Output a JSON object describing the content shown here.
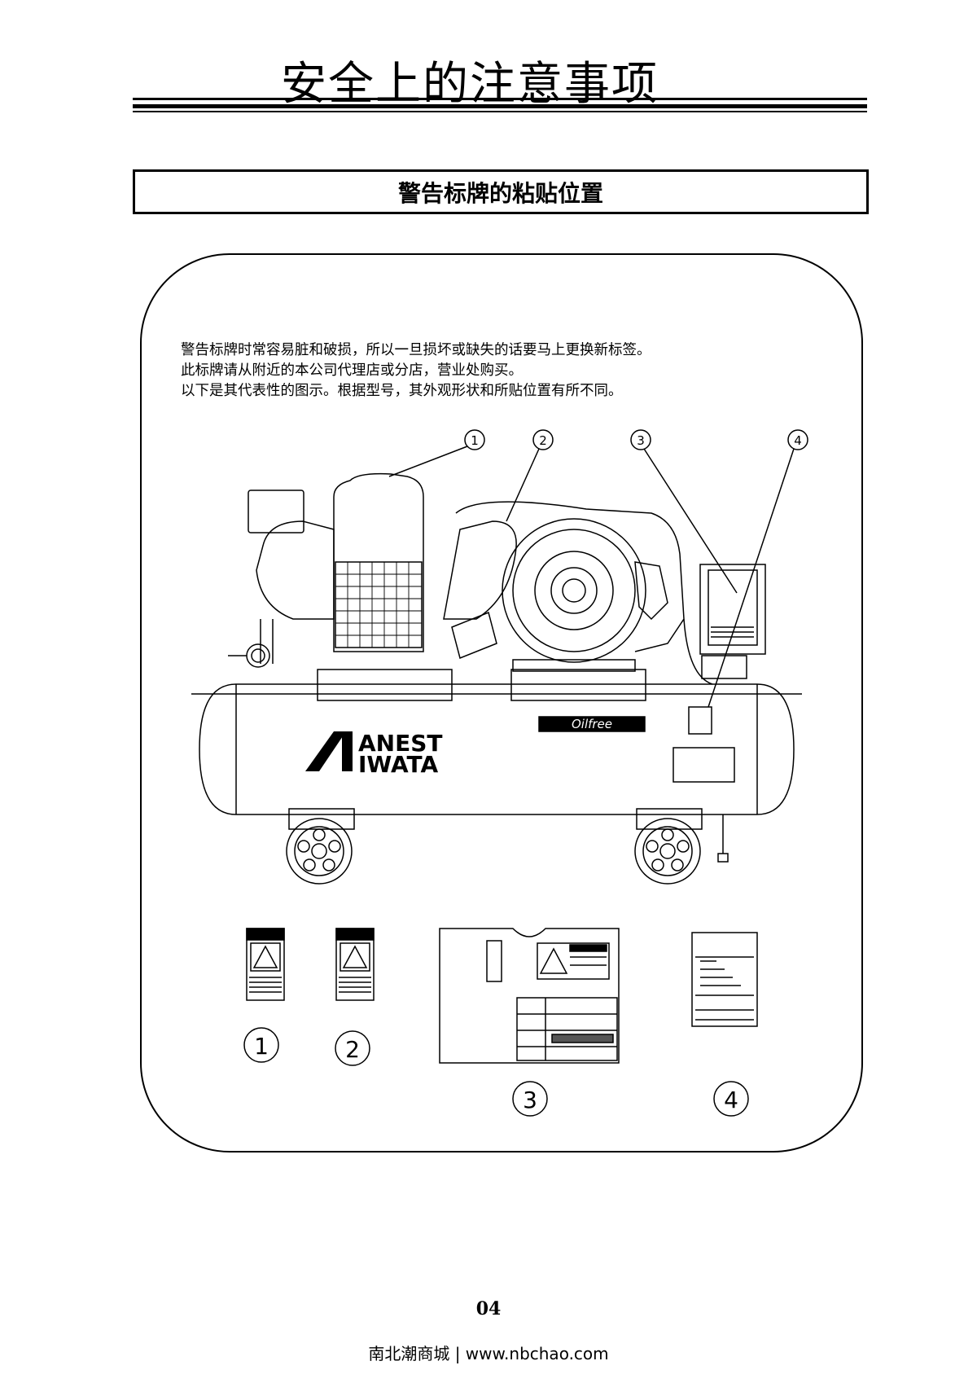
{
  "page": {
    "title": "安全上的注意事项",
    "section_title": "警告标牌的粘贴位置",
    "page_number": "04",
    "footer": "南北潮商城 | www.nbchao.com"
  },
  "notes": [
    "警告标牌时常容易脏和破损，所以一旦损坏或缺失的话要马上更换新标签。",
    "此标牌请从附近的本公司代理店或分店，营业处购买。",
    "以下是其代表性的图示。根据型号，其外观形状和所贴位置有所不同。"
  ],
  "diagram": {
    "brand_line1": "ANEST",
    "brand_line2": "IWATA",
    "oilfree_label": "Oilfree",
    "callouts": [
      "1",
      "2",
      "3",
      "4"
    ],
    "label_numbers": [
      "1",
      "2",
      "3",
      "4"
    ]
  }
}
